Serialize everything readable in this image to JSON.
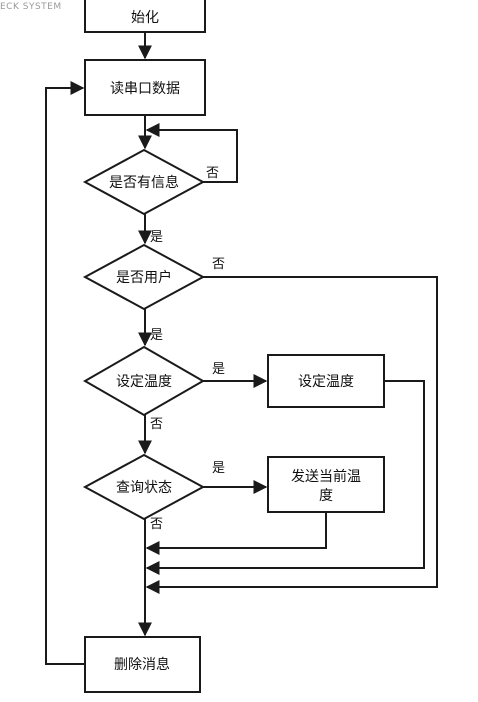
{
  "watermark": "ECK SYSTEM",
  "nodes": {
    "top_box": "始化",
    "read": "读串口数据",
    "has_info": "是否有信息",
    "is_user": "是否用户",
    "set_temp_q": "设定温度",
    "set_temp_box": "设定温度",
    "query_q": "查询状态",
    "send_line1": "发送当前温",
    "send_line2": "度",
    "delete": "删除消息"
  },
  "edges": {
    "has_info_no": "否",
    "has_info_yes": "是",
    "is_user_no": "否",
    "is_user_yes": "是",
    "set_temp_yes": "是",
    "set_temp_no": "否",
    "query_yes": "是",
    "query_no": "否"
  },
  "colors": {
    "line": "#1a1a1a",
    "fill": "#ffffff",
    "text": "#111111"
  }
}
